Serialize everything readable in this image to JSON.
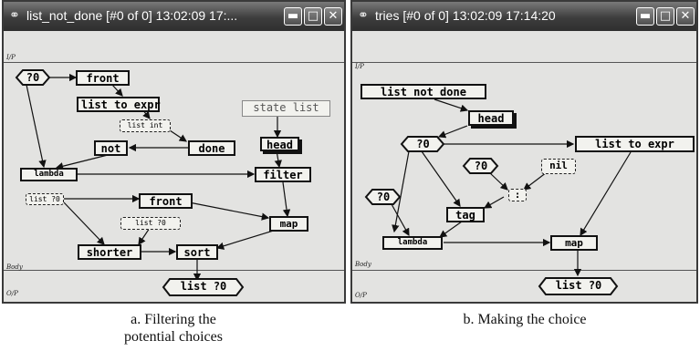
{
  "window_a": {
    "title": "list_not_done [#0 of 0]  13:02:09 17:...",
    "section_input": "I/P",
    "section_body": "Body",
    "section_output": "O/P",
    "nodes": {
      "q0": "?0",
      "front1": "front",
      "list_to_expr": "list to expr",
      "list_int": "list int",
      "state_list": "state list",
      "not": "not",
      "done": "done",
      "head": "head",
      "lambda": "lambda",
      "filter": "filter",
      "list_q0_a": "list ?0",
      "front2": "front",
      "list_q0_b": "list ?0",
      "map": "map",
      "shorter": "shorter",
      "sort": "sort",
      "out": "list ?0"
    },
    "caption": [
      "a. Filtering the",
      "potential choices"
    ]
  },
  "window_b": {
    "title": "tries [#0 of 0]  13:02:09 17:14:20",
    "section_input": "I/P",
    "section_body": "Body",
    "section_output": "O/P",
    "nodes": {
      "list_not_done": "list not done",
      "head": "head",
      "q0a": "?0",
      "list_to_expr": "list to expr",
      "q0b": "?0",
      "nil": "nil",
      "colon": ":",
      "q0c": "?0",
      "tag": "tag",
      "lambda": "lambda",
      "map": "map",
      "out": "list ?0"
    },
    "caption": [
      "b. Making the choice"
    ]
  },
  "icons": {
    "title_icon": "eye-glasses-icon",
    "minimize": "minimize-icon",
    "maximize": "maximize-icon",
    "close": "close-icon"
  }
}
